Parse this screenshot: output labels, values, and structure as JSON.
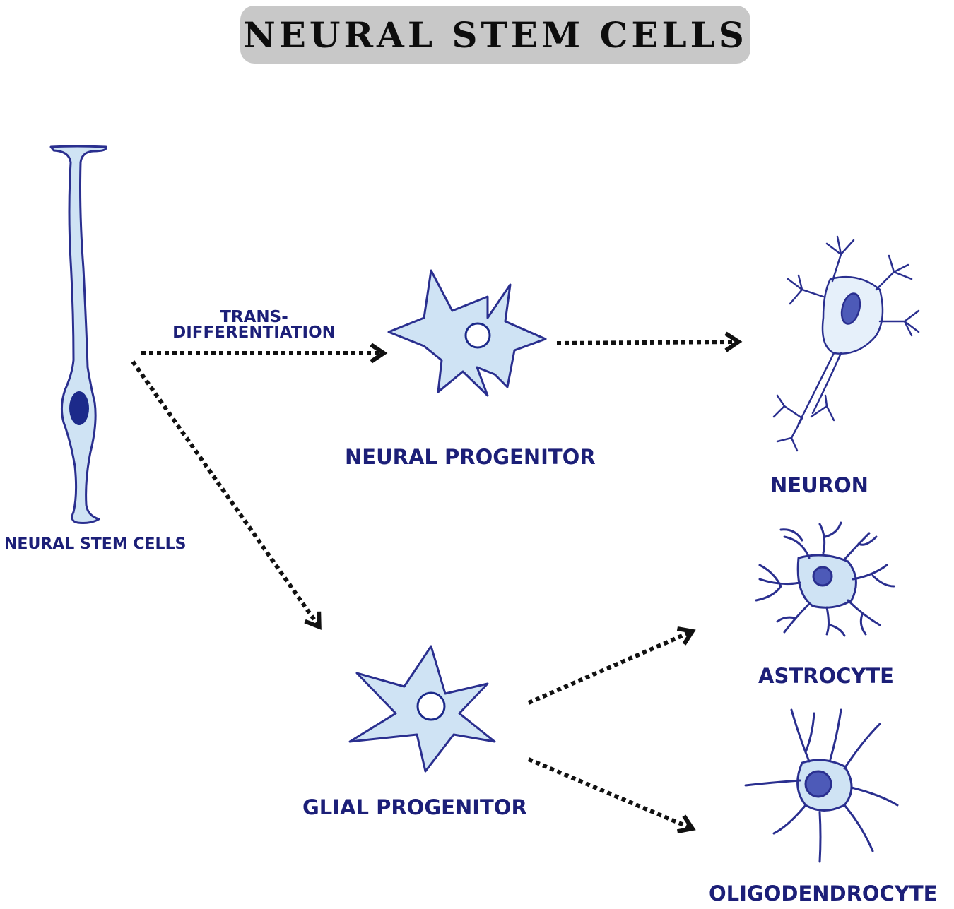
{
  "title": "NEURAL STEM CELLS",
  "transition_label": {
    "line1": "TRANS-",
    "line2": "DIFFERENTIATION"
  },
  "cells": {
    "stem": "NEURAL STEM CELLS",
    "neural_progenitor": "NEURAL PROGENITOR",
    "glial_progenitor": "GLIAL PROGENITOR",
    "neuron": "NEURON",
    "astrocyte": "ASTROCYTE",
    "oligodendrocyte": "OLIGODENDROCYTE"
  },
  "colors": {
    "outline": "#2a2f8f",
    "fill": "#cfe3f4",
    "nucleus": "#1c2a8a",
    "arrow": "#111111",
    "label": "#1c1f78"
  }
}
